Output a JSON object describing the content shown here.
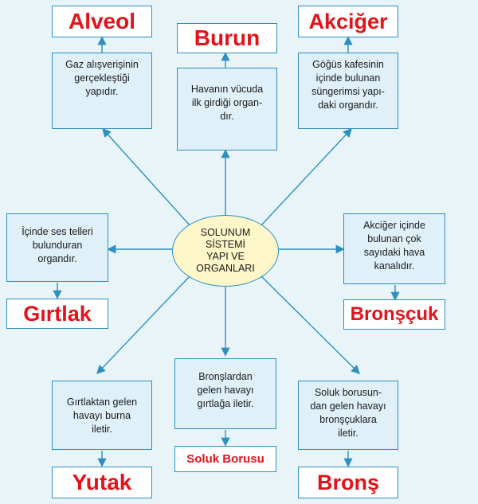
{
  "center": {
    "text": "SOLUNUM\nSİSTEMİ\nYAPI VE\nORGANLARI"
  },
  "nodes": {
    "alveol": {
      "label": "Alveol",
      "desc": "Gaz alışverişinin\ngerçekleştiği\nyapıdır."
    },
    "burun": {
      "label": "Burun",
      "desc": "Havanın vücuda\nilk girdiği organ-\ndır."
    },
    "akciger": {
      "label": "Akciğer",
      "desc": "Göğüs kafesinin\niçinde bulunan\nsüngerimsi yapı-\ndaki organdır."
    },
    "girtlak": {
      "label": "Gırtlak",
      "desc": "İçinde ses telleri\nbulunduran\norgandır."
    },
    "bronscuk": {
      "label": "Bronşçuk",
      "desc": "Akciğer içinde\nbulunan çok\nsayıdaki hava\nkanalıdır."
    },
    "yutak": {
      "label": "Yutak",
      "desc": "Gırtlaktan gelen\nhavayı burna\niletir."
    },
    "soluk_borusu": {
      "label": "Soluk Borusu",
      "desc": "Bronşlardan\ngelen havayı\ngırtlağa iletir."
    },
    "brons": {
      "label": "Bronş",
      "desc": "Soluk borusun-\ndan gelen havayı\nbronşçuklara\niletir."
    }
  },
  "colors": {
    "label_text": "#e3121b",
    "border": "#2e8fc0",
    "arrow": "#2e8fc0",
    "center_fill": "#fdf6c8",
    "desc_fill": "#dff0f8"
  }
}
